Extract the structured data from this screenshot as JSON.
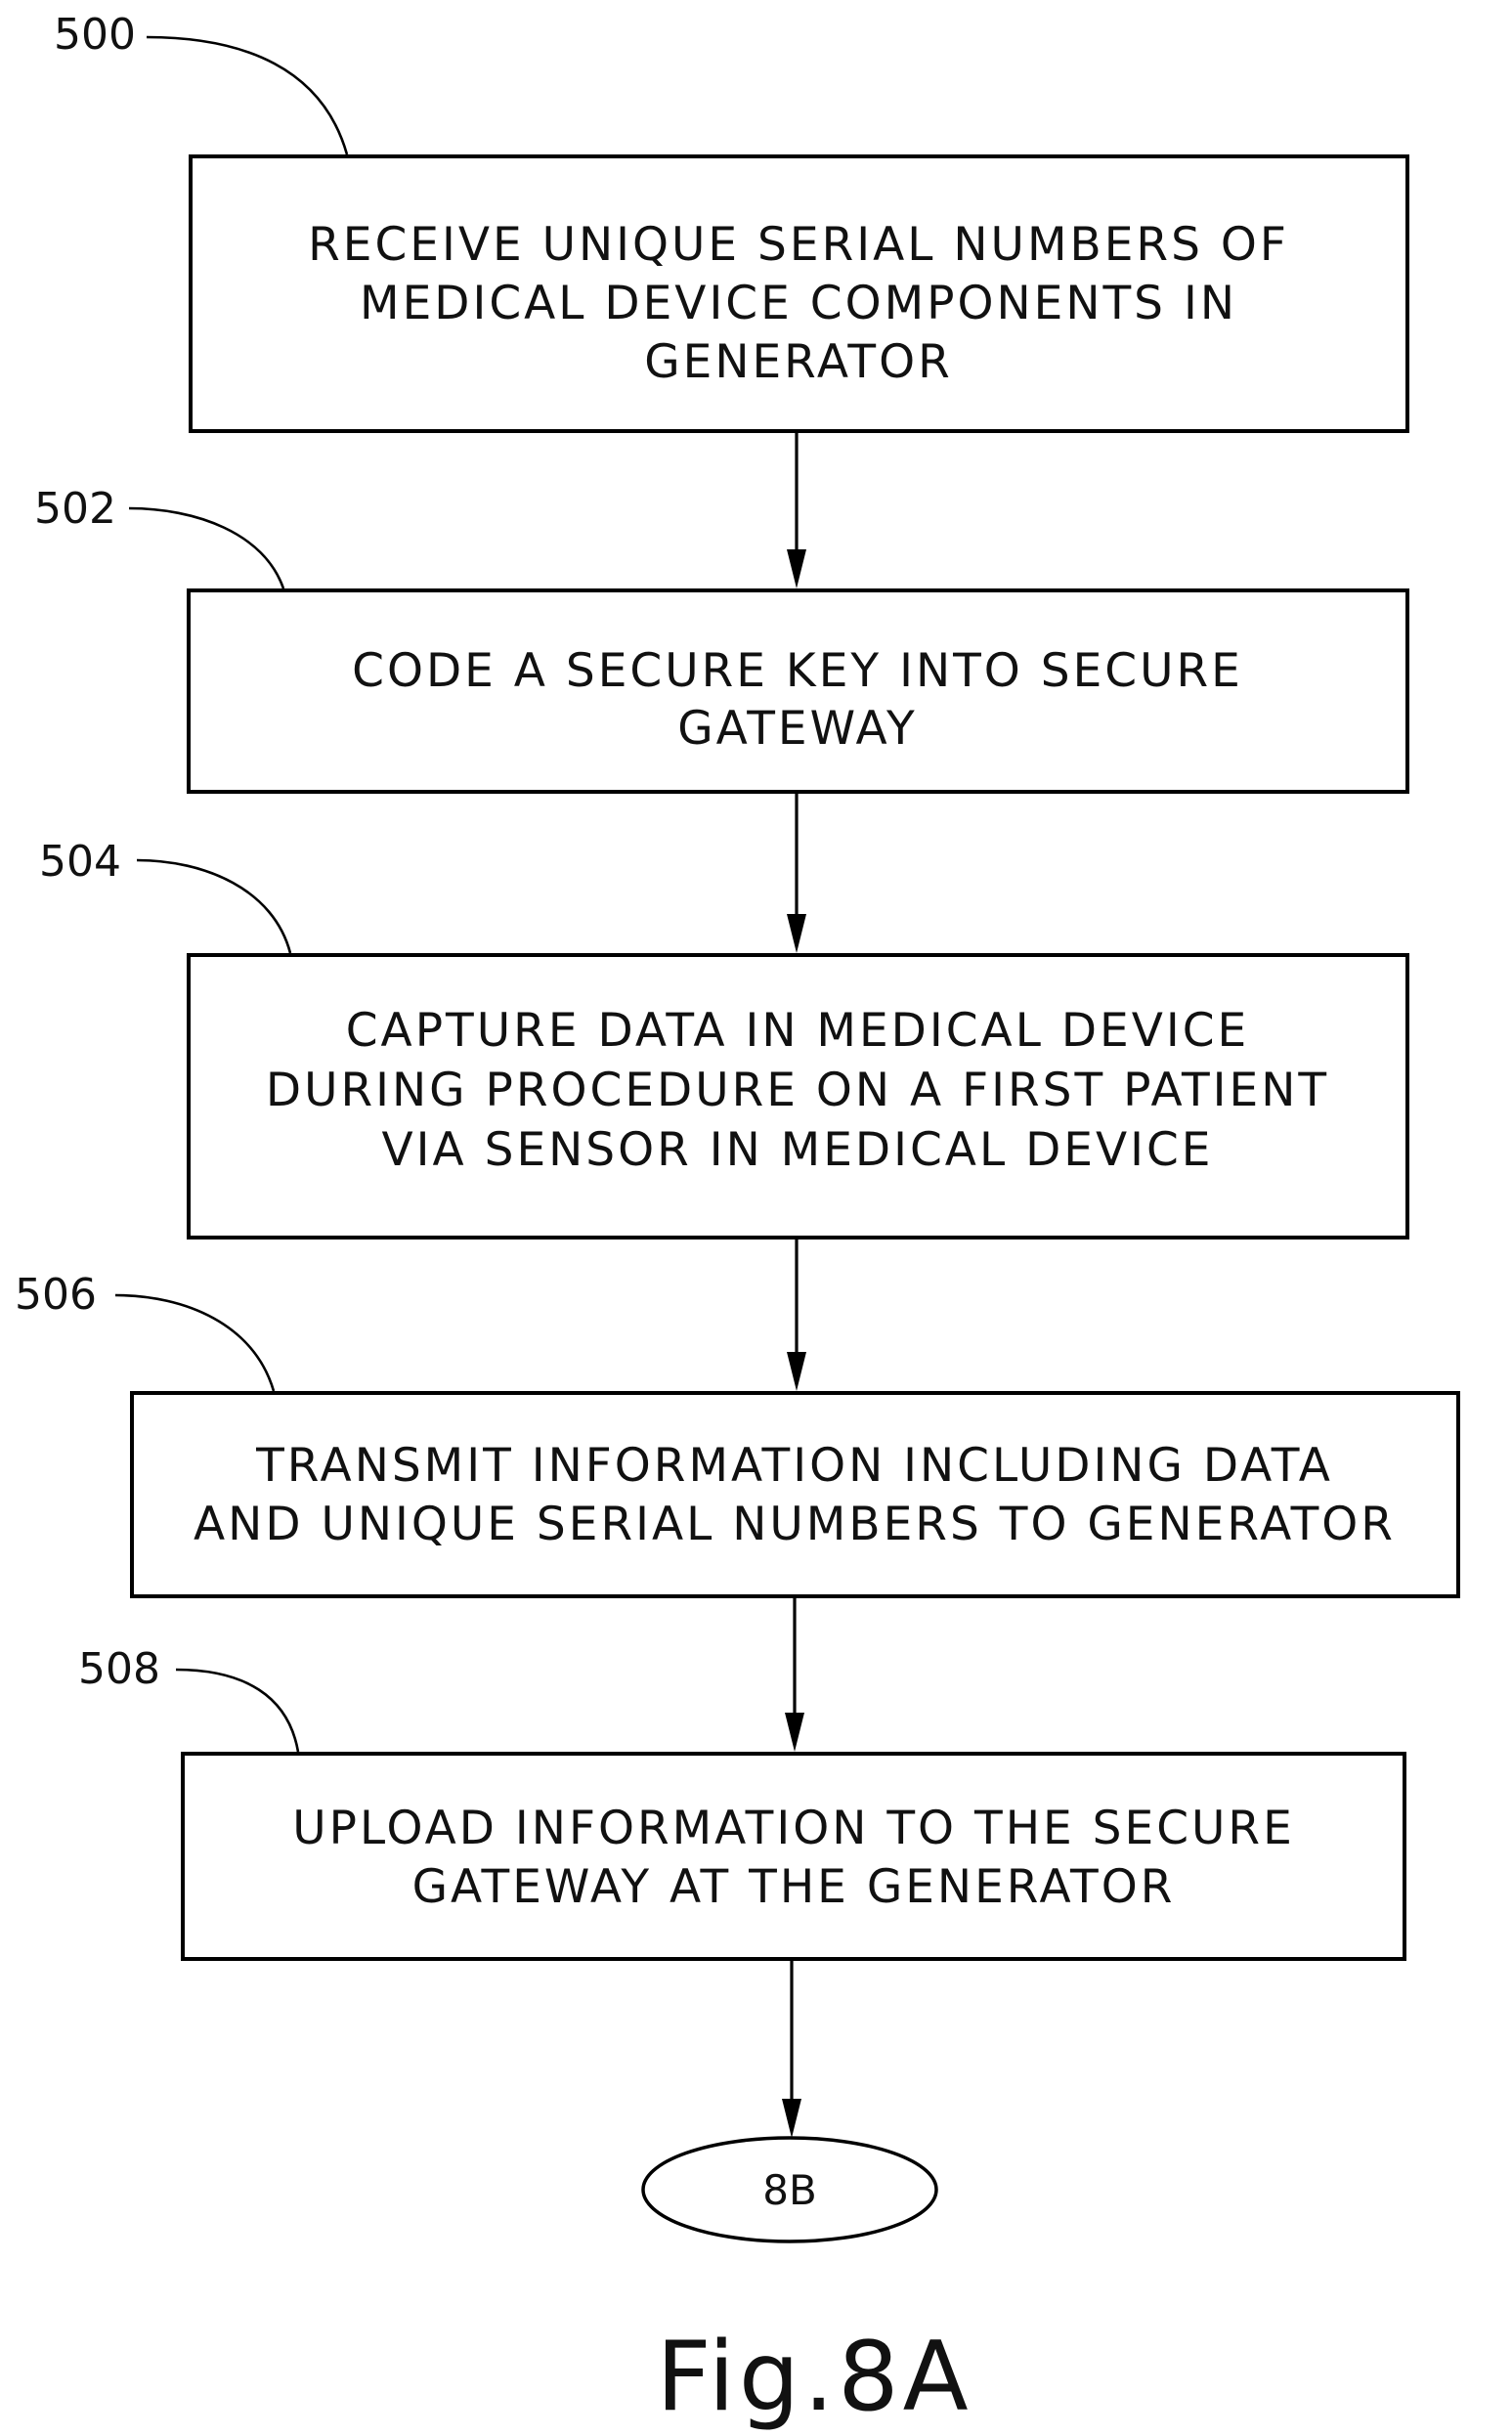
{
  "steps": [
    {
      "ref": "500",
      "lines": [
        "RECEIVE UNIQUE SERIAL NUMBERS OF",
        "MEDICAL DEVICE COMPONENTS IN",
        "GENERATOR"
      ]
    },
    {
      "ref": "502",
      "lines": [
        "CODE A SECURE KEY INTO SECURE",
        "GATEWAY"
      ]
    },
    {
      "ref": "504",
      "lines": [
        "CAPTURE DATA IN MEDICAL DEVICE",
        "DURING PROCEDURE ON A FIRST PATIENT",
        "VIA SENSOR IN MEDICAL DEVICE"
      ]
    },
    {
      "ref": "506",
      "lines": [
        "TRANSMIT INFORMATION INCLUDING DATA",
        "AND UNIQUE SERIAL NUMBERS TO GENERATOR"
      ]
    },
    {
      "ref": "508",
      "lines": [
        "UPLOAD INFORMATION TO THE SECURE",
        "GATEWAY AT THE GENERATOR"
      ]
    }
  ],
  "terminal": {
    "label": "8B"
  },
  "figure_label": "Fig.8A"
}
